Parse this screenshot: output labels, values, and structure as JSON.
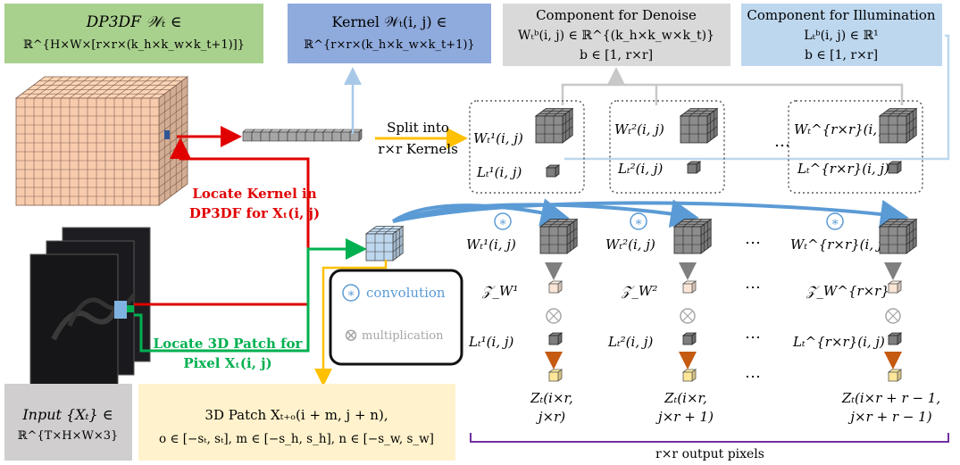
{
  "boxes": {
    "dp3df": {
      "line1": "DP3DF 𝒲ₜ ∈",
      "line2": "ℝ^{H×W×[r×r×(k_h×k_w×k_t+1)]}",
      "color": "#a9d18e"
    },
    "kernel": {
      "line1": "Kernel 𝒲ₜ(i, j) ∈",
      "line2": "ℝ^{r×r×(k_h×k_w×k_t+1)}",
      "color": "#8faadc"
    },
    "denoise": {
      "line1": "Component for Denoise",
      "line2": "Wₜᵇ(i, j) ∈ ℝ^{(k_h×k_w×k_t)}",
      "line3": "b ∈ [1, r×r]",
      "color": "#d9d9d9"
    },
    "illumination": {
      "line1": "Component for Illumination",
      "line2": "Lₜᵇ(i, j) ∈ ℝ¹",
      "line3": "b ∈ [1, r×r]",
      "color": "#bdd7ee"
    },
    "input": {
      "line1": "Input {Xₜ} ∈",
      "line2": "ℝ^{T×H×W×3}",
      "color": "#d0cece"
    },
    "patch": {
      "line1": "3D Patch Xₜ₊ₒ(i + m, j + n),",
      "line2": "o ∈ [−sₜ, sₜ], m ∈ [−s_h, s_h], n ∈ [−s_w, s_w]",
      "color": "#fff2cc"
    }
  },
  "labels": {
    "split_line1": "Split into",
    "split_line2": "r×r Kernels",
    "locate_kernel_line1": "Locate Kernel in",
    "locate_kernel_line2": "DP3DF for Xₜ(i, j)",
    "locate_patch_line1": "Locate 3D Patch for",
    "locate_patch_line2": "Pixel Xₜ(i, j)",
    "output_pixels": "r×r output pixels",
    "ellipsis": "…",
    "dots": "⋯"
  },
  "split_groups": [
    {
      "w": "Wₜ¹(i, j)",
      "l": "Lₜ¹(i, j)"
    },
    {
      "w": "Wₜ²(i, j)",
      "l": "Lₜ²(i, j)"
    },
    {
      "w": "Wₜ^{r×r}(i, j)",
      "l": "Lₜ^{r×r}(i, j)"
    }
  ],
  "legend": {
    "convolution": "convolution",
    "multiplication": "multiplication",
    "conv_symbol": "∗",
    "mult_symbol": "⊗"
  },
  "columns": [
    {
      "w": "Wₜ¹(i, j)",
      "z": "𝒵_W¹",
      "l": "Lₜ¹(i, j)",
      "out1": "Zₜ(i×r,",
      "out2": "j×r)"
    },
    {
      "w": "Wₜ²(i, j)",
      "z": "𝒵_W²",
      "l": "Lₜ²(i, j)",
      "out1": "Zₜ(i×r,",
      "out2": "j×r + 1)"
    },
    {
      "w": "Wₜ^{r×r}(i, j)",
      "z": "𝒵_W^{r×r}",
      "l": "Lₜ^{r×r}(i, j)",
      "out1": "Zₜ(i×r + r − 1,",
      "out2": "j×r + r − 1)"
    }
  ],
  "colors": {
    "red": "#e00000",
    "green": "#00b050",
    "blue_arrow": "#5b9bd5",
    "light_blue": "#a8c8e8",
    "gray_line": "#c8c8c8",
    "yellow": "#ffc000",
    "orange": "#c55a11",
    "purple": "#7030a0",
    "cube_salmon": "#f8cbad",
    "cube_gray": "#8c8c8c",
    "cube_blue": "#bdd7ee",
    "cube_yellow": "#ffe699",
    "cube_peach": "#fbe5d6"
  }
}
